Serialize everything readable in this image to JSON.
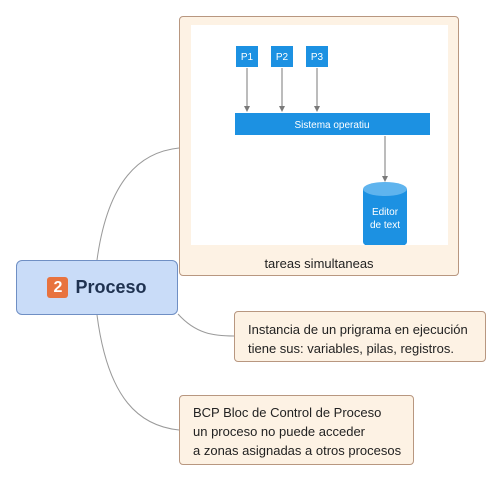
{
  "root": {
    "number": "2",
    "label": "Proceso"
  },
  "topics": [
    {
      "type": "image",
      "caption": "tareas simultaneas",
      "image": {
        "processes": [
          "P1",
          "P2",
          "P3"
        ],
        "system": "Sistema operatiu",
        "db_lines": [
          "Editor",
          "de text"
        ]
      }
    },
    {
      "lines": [
        "Instancia de un prigrama en ejecución",
        "tiene sus: variables, pilas, registros."
      ]
    },
    {
      "lines": [
        "BCP Bloc de Control de Proceso",
        "un proceso no puede acceder",
        "a zonas asignadas a otros procesos"
      ]
    }
  ],
  "colors": {
    "root_fill": "#c9dcf8",
    "root_border": "#6f8fc4",
    "badge": "#e8733f",
    "topic_fill": "#fdf2e4",
    "topic_border": "#b89780",
    "connector": "#9a9a9a",
    "diagram_blue": "#1c91e2"
  }
}
